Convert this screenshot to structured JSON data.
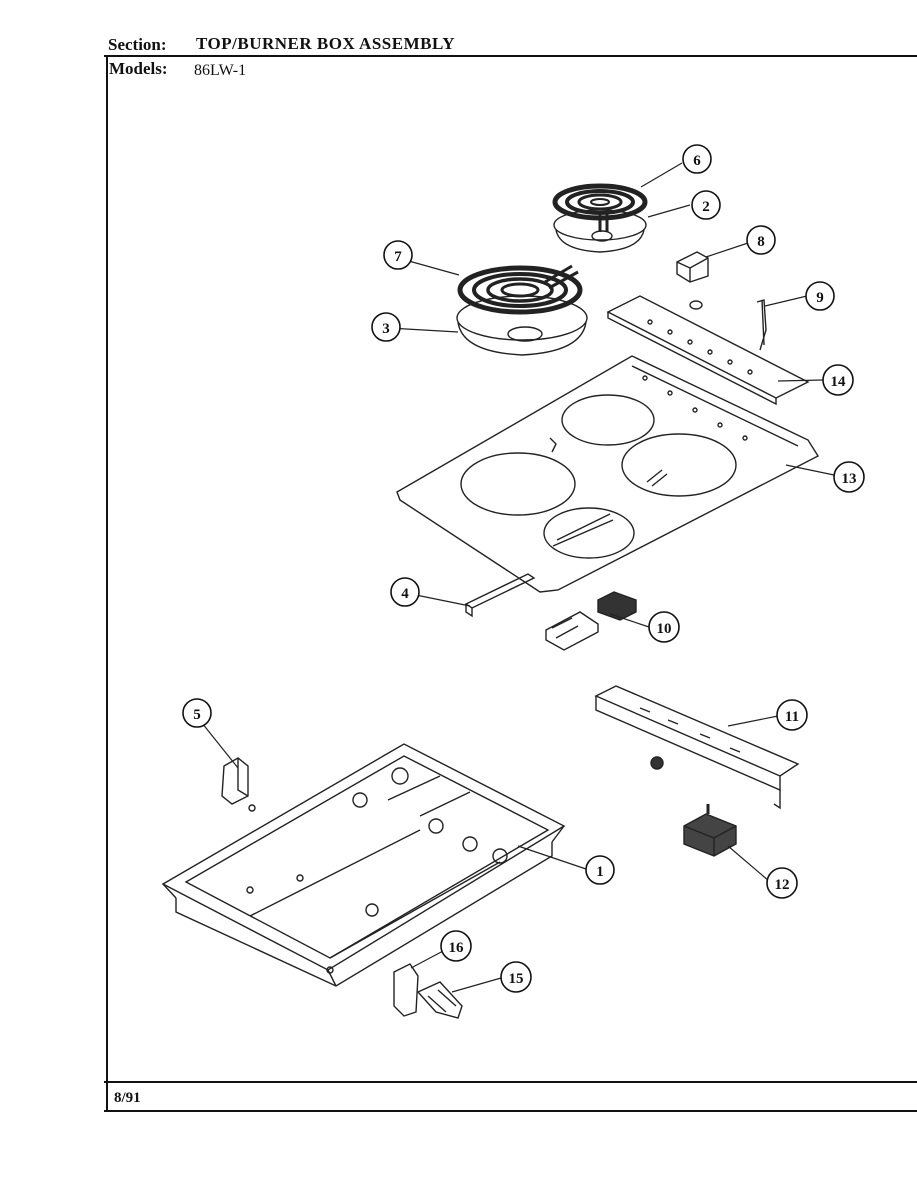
{
  "header": {
    "section_label": "Section:",
    "section_value": "TOP/BURNER BOX ASSEMBLY",
    "models_label": "Models:",
    "models_value": "86LW-1"
  },
  "footer": {
    "date": "8/91"
  },
  "callouts": [
    {
      "id": "c1",
      "label": "1"
    },
    {
      "id": "c2",
      "label": "2"
    },
    {
      "id": "c3",
      "label": "3"
    },
    {
      "id": "c4",
      "label": "4"
    },
    {
      "id": "c5",
      "label": "5"
    },
    {
      "id": "c6",
      "label": "6"
    },
    {
      "id": "c7",
      "label": "7"
    },
    {
      "id": "c8",
      "label": "8"
    },
    {
      "id": "c9",
      "label": "9"
    },
    {
      "id": "c10",
      "label": "10"
    },
    {
      "id": "c11",
      "label": "11"
    },
    {
      "id": "c12",
      "label": "12"
    },
    {
      "id": "c13",
      "label": "13"
    },
    {
      "id": "c14",
      "label": "14"
    },
    {
      "id": "c15",
      "label": "15"
    },
    {
      "id": "c16",
      "label": "16"
    }
  ]
}
